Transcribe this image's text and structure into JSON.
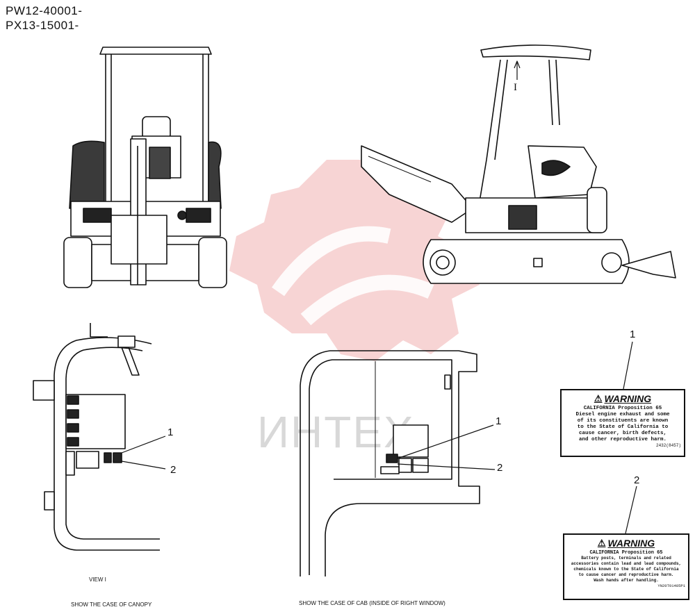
{
  "serials": [
    "PW12-40001-",
    "PX13-15001-"
  ],
  "watermark": {
    "text": "ИНТЕХ",
    "color": "#e8a0a0"
  },
  "views": {
    "view_label": "VIEW  I",
    "arrow_label": "I",
    "canopy_caption": "SHOW THE CASE OF CANOPY",
    "cab_caption": "SHOW THE CASE OF CAB (INSIDE OF RIGHT WINDOW)"
  },
  "callouts": {
    "canopy_1": "1",
    "canopy_2": "2",
    "cab_1": "1",
    "cab_2": "2",
    "label_1": "1",
    "label_2": "2"
  },
  "label1": {
    "title": "WARNING",
    "lines": [
      "CALIFORNIA Proposition 65",
      "Diesel engine exhaust and some",
      "of its constituents are known",
      "to the State of California to",
      "cause cancer, birth defects,",
      "and other reproductive harm."
    ],
    "code": "2432(8457)"
  },
  "label2": {
    "title": "WARNING",
    "lines": [
      "CALIFORNIA Proposition 65",
      "Battery posts, terminals and related",
      "accessories contain lead and lead compounds,",
      "chemicals known to the State of California",
      "to cause cancer and reproductive harm.",
      "Wash hands after handling."
    ],
    "code": "YN20T01485P1"
  }
}
